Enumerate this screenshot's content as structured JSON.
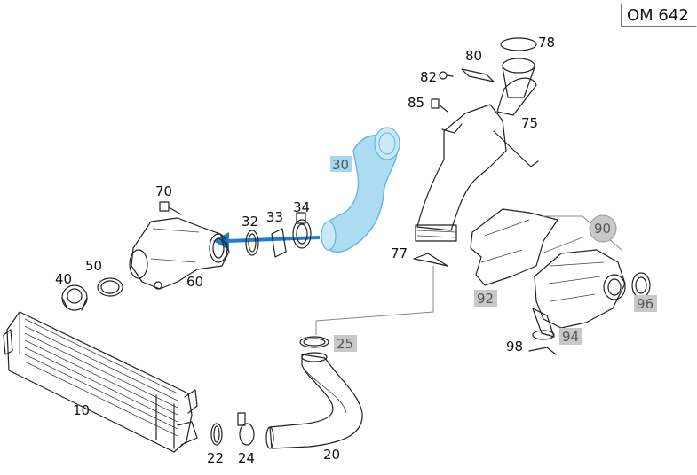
{
  "engine_code": "OM 642",
  "highlight_color": "#9fd5ef",
  "arrow_color": "#1e7fd0",
  "badge_color": "#c8c8c8",
  "labels": {
    "l10": "10",
    "l20": "20",
    "l22": "22",
    "l24": "24",
    "l25": "25",
    "l30": "30",
    "l32": "32",
    "l33": "33",
    "l34": "34",
    "l40": "40",
    "l50": "50",
    "l60": "60",
    "l70": "70",
    "l75": "75",
    "l77": "77",
    "l78": "78",
    "l80": "80",
    "l82": "82",
    "l85": "85",
    "l90": "90",
    "l92": "92",
    "l94": "94",
    "l96": "96",
    "l98": "98"
  }
}
